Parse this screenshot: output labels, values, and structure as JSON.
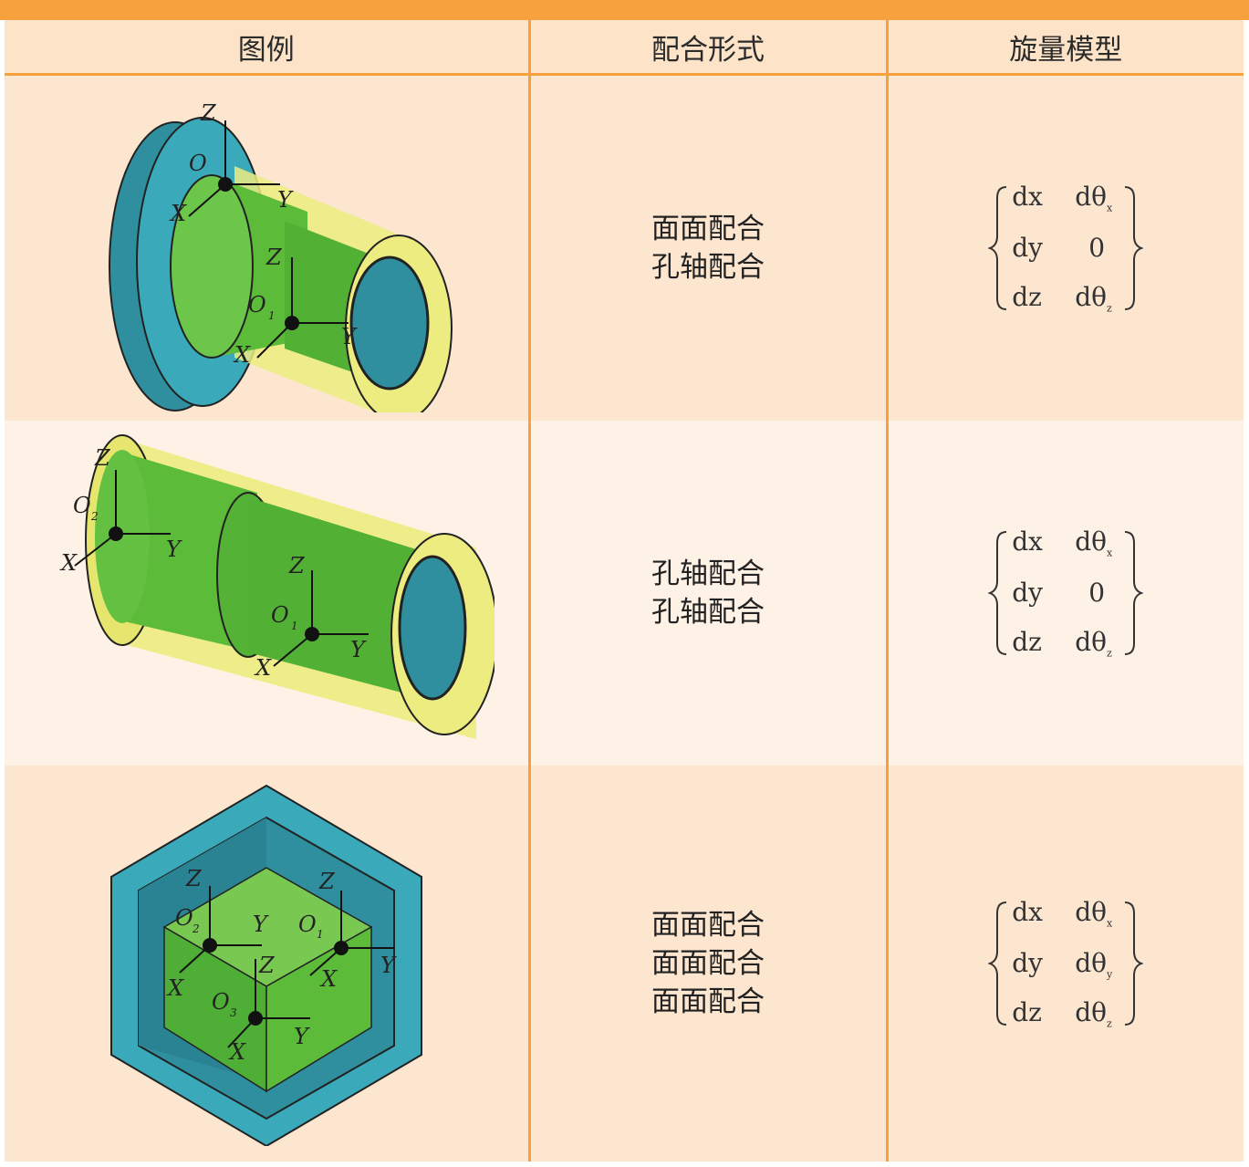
{
  "header": {
    "col1": "图例",
    "col2": "配合形式",
    "col3": "旋量模型"
  },
  "rows": [
    {
      "fit_lines": [
        "面面配合",
        "孔轴配合"
      ],
      "matrix": {
        "r1c1": "dx",
        "r1c2": "dθ",
        "r1c2_sub": "x",
        "r2c1": "dy",
        "r2c2": "0",
        "r3c1": "dz",
        "r3c2": "dθ",
        "r3c2_sub": "z"
      },
      "labels": {
        "z1": "Z",
        "o1": "O",
        "y1": "Y",
        "x1": "X",
        "z2": "Z",
        "o2": "O",
        "o2_sub": "1",
        "x2": "X",
        "y2": "Y"
      }
    },
    {
      "fit_lines": [
        "孔轴配合",
        "孔轴配合"
      ],
      "matrix": {
        "r1c1": "dx",
        "r1c2": "dθ",
        "r1c2_sub": "x",
        "r2c1": "dy",
        "r2c2": "0",
        "r3c1": "dz",
        "r3c2": "dθ",
        "r3c2_sub": "z"
      },
      "labels": {
        "z1": "Z",
        "o1": "O",
        "o1_sub": "2",
        "x1": "X",
        "y1": "Y",
        "z2": "Z",
        "o2": "O",
        "o2_sub": "1",
        "x2": "X",
        "y2": "Y"
      }
    },
    {
      "fit_lines": [
        "面面配合",
        "面面配合",
        "面面配合"
      ],
      "matrix": {
        "r1c1": "dx",
        "r1c2": "dθ",
        "r1c2_sub": "x",
        "r2c1": "dy",
        "r2c2": "dθ",
        "r2c2_sub": "y",
        "r3c1": "dz",
        "r3c2": "dθ",
        "r3c2_sub": "z"
      },
      "labels": {
        "z1": "Z",
        "o1": "O",
        "o1_sub": "2",
        "y1": "Y",
        "x1": "X",
        "z2": "Z",
        "o2": "O",
        "o2_sub": "1",
        "y2": "Y",
        "x2": "X",
        "z3": "Z",
        "o3": "O",
        "o3_sub": "3",
        "x3": "X",
        "y3": "Y"
      }
    }
  ],
  "colors": {
    "accent": "#f6a13b",
    "teal": "#3aaabb",
    "green": "#5dbb3a",
    "yellow": "#ecec80"
  }
}
